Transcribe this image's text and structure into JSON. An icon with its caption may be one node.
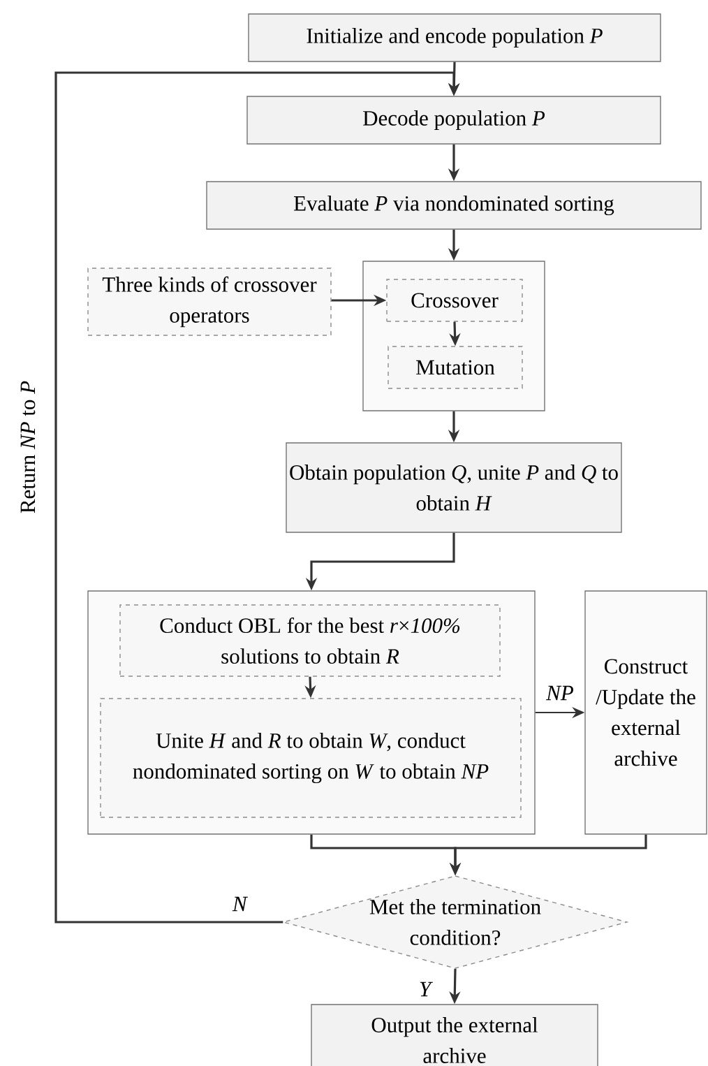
{
  "diagram": {
    "nodes": [
      {
        "text": [
          "Initialize and encode population *P*"
        ]
      },
      {
        "text": [
          "Decode population *P*"
        ]
      },
      {
        "text": [
          "Evaluate *P* via nondominated sorting"
        ]
      },
      {
        "text": [
          "Three kinds of crossover operators"
        ]
      },
      {
        "text": [],
        "shape": "box"
      },
      {
        "text": [
          "Crossover"
        ],
        "in": 4
      },
      {
        "text": [
          "Mutation"
        ],
        "in": 4
      },
      {
        "text": [
          "Obtain population *Q*, unite *P* and *Q* to obtain *H*"
        ]
      },
      {
        "text": [],
        "shape": "box"
      },
      {
        "text": [
          "Conduct OBL for the best *r*×*100%* solutions to obtain *R*"
        ],
        "in": 8
      },
      {
        "text": [
          "Unite *H* and *R* to obtain *W*, conduct nondominated sorting on *W* to obtain *NP*"
        ],
        "in": 8
      },
      {
        "text": [
          "Construct /Update the external archive"
        ]
      },
      {
        "text": [
          "Met the termination condition?"
        ]
      },
      {
        "text": [
          "Output the external archive"
        ]
      }
    ],
    "edges": [
      {
        "from": 0,
        "to": 1,
        "arrow": "to"
      },
      {
        "from": 1,
        "to": 2,
        "arrow": "to"
      },
      {
        "from": 2,
        "to": 4,
        "arrow": "to"
      },
      {
        "from": 3,
        "to": 5,
        "arrow": "to"
      },
      {
        "from": 5,
        "to": 6,
        "arrow": "to"
      },
      {
        "from": 4,
        "to": 7,
        "arrow": "to"
      },
      {
        "from": 7,
        "to": 8,
        "arrow": "to"
      },
      {
        "from": 9,
        "to": 10,
        "arrow": "to"
      },
      {
        "from": 8,
        "to": 11,
        "arrow": "to",
        "label": "*NP*"
      },
      {
        "from": 8,
        "to": 12,
        "arrow": "to"
      },
      {
        "from": 11,
        "to": 12,
        "arrow": "to"
      },
      {
        "from": 12,
        "to": 13,
        "arrow": "to",
        "label": "*Y*"
      },
      {
        "from": 12,
        "to": 1,
        "arrow": "to",
        "label": "*N*"
      }
    ],
    "labels": [
      "Return *NP* to *P*"
    ]
  }
}
